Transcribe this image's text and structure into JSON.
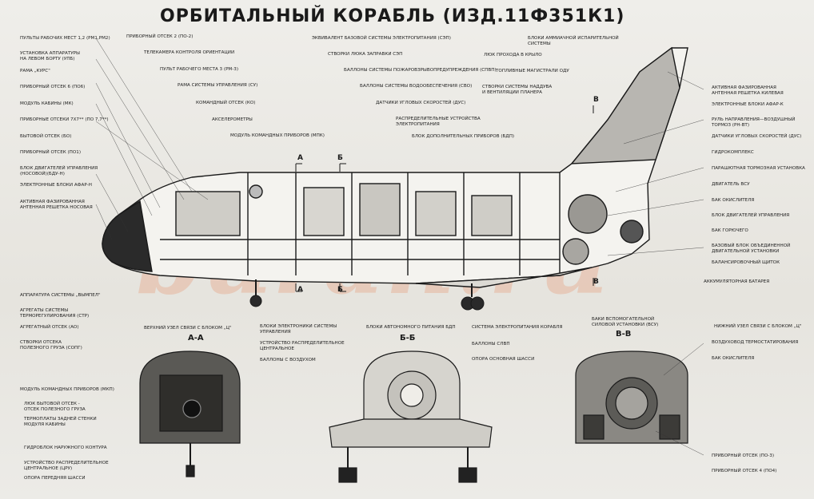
{
  "title": "ОРБИТАЛЬНЫЙ КОРАБЛЬ (ИЗД.11Ф351К1)",
  "watermark": "buran.ru",
  "labels": {
    "l01": "ПУЛЬТЫ РАБОЧИХ МЕСТ 1,2 (РМ1,РМ2)",
    "l02": "УСТАНОВКА АППАРАТУРЫ",
    "l02b": "НА ЛЕВОМ БОРТУ (УПБ)",
    "l03": "РАМА „КУРС\"",
    "l04": "ПРИБОРНЫЙ ОТСЕК 6 (ПО6)",
    "l05": "МОДУЛЬ КАБИНЫ (МК)",
    "l06": "ПРИБОРНЫЕ ОТСЕКИ 7х7** (ПО 7,7**)",
    "l07": "БЫТОВОЙ ОТСЕК (БО)",
    "l08": "ПРИБОРНЫЙ ОТСЕК (ПО1)",
    "l09": "БЛОК ДВИГАТЕЛЕЙ УПРАВЛЕНИЯ",
    "l09b": "(НОСОВОЙ)(БДУ-Н)",
    "l10": "ЭЛЕКТРОННЫЕ БЛОКИ АФАР-Н",
    "l11": "АКТИВНАЯ ФАЗИРОВАННАЯ",
    "l11b": "АНТЕННАЯ РЕШЕТКА НОСОВАЯ",
    "t01": "ПРИБОРНЫЙ ОТСЕК 2 (ПО-2)",
    "t02": "ТЕЛЕКАМЕРА КОНТРОЛЯ ОРИЕНТАЦИИ",
    "t03": "ПУЛЬТ РАБОЧЕГО МЕСТА 3 (РМ-3)",
    "t04": "РАМА СИСТЕМЫ УПРАВЛЕНИЯ (СУ)",
    "t05": "КОМАНДНЫЙ ОТСЕК (КО)",
    "t06": "АКСЕЛЕРОМЕТРЫ",
    "t07": "МОДУЛЬ КОМАНДНЫХ ПРИБОРОВ (МПК)",
    "t08": "ЭКВИВАЛЕНТ БАЗОВОЙ СИСТЕМЫ ЭЛЕКТРОПИТАНИЯ (СЭП)",
    "t09": "СТВОРКИ ЛЮКА ЗАПРАВКИ СЭП",
    "t10": "БАЛЛОНЫ СИСТЕМЫ ПОЖАРОВЗРЫВОПРЕДУПРЕЖДЕНИЯ (СПВП)",
    "t11": "БАЛЛОНЫ СИСТЕМЫ ВОДООБЕСПЕЧЕНИЯ (СВО)",
    "t12": "ДАТЧИКИ УГЛОВЫХ СКОРОСТЕЙ (ДУС)",
    "t13": "РАСПРЕДЕЛИТЕЛЬНЫЕ УСТРОЙСТВА",
    "t13b": "ЭЛЕКТРОПИТАНИЯ",
    "t14": "БЛОК ДОПОЛНИТЕЛЬНЫХ ПРИБОРОВ (БДП)",
    "t15": "БЛОКИ АММИАЧНОЙ ИСПАРИТЕЛЬНОЙ",
    "t15b": "СИСТЕМЫ",
    "t16": "ЛЮК ПРОХОДА В КРЫЛО",
    "t17": "ТОПЛИВНЫЕ МАГИСТРАЛИ ОДУ",
    "t18": "СТВОРКИ СИСТЕМЫ НАДДУВА",
    "t18b": "И ВЕНТИЛЯЦИИ ПЛАНЕРА",
    "r01": "АКТИВНАЯ ФАЗИРОВАННАЯ",
    "r01b": "АНТЕННАЯ РЕШЕТКА КИЛЕВАЯ",
    "r02": "ЭЛЕКТРОННЫЕ БЛОКИ АФАР-К",
    "r03": "РУЛЬ НАПРАВЛЕНИЯ—ВОЗДУШНЫЙ",
    "r03b": "ТОРМОЗ (РН-ВТ)",
    "r04": "ДАТЧИКИ УГЛОВЫХ СКОРОСТЕЙ (ДУС)",
    "r05": "ГИДРОКОМПЛЕКС",
    "r06": "ПАРАШЮТНАЯ ТОРМОЗНАЯ УСТАНОВКА",
    "r07": "ДВИГАТЕЛЬ ВСУ",
    "r08": "БАК ОКИСЛИТЕЛЯ",
    "r09": "БЛОК ДВИГАТЕЛЕЙ УПРАВЛЕНИЯ",
    "r10": "БАК ГОРЮЧЕГО",
    "r11": "БАЗОВЫЙ БЛОК ОБЪЕДИНЕННОЙ",
    "r11b": "ДВИГАТЕЛЬНОЙ УСТАНОВКИ",
    "r12": "БАЛАНСИРОВОЧНЫЙ ЩИТОК",
    "r13": "АККУМУЛЯТОРНАЯ БАТАРЕЯ",
    "b01": "АППАРАТУРА СИСТЕМЫ „ВЫМПЕЛ\"",
    "b02": "АГРЕГАТЫ СИСТЕМЫ",
    "b02b": "ТЕРМОРЕГУЛИРОВАНИЯ (СТР)",
    "b03": "АГРЕГАТНЫЙ ОТСЕК (АО)",
    "b04": "СТВОРКИ ОТСЕКА",
    "b04b": "ПОЛЕЗНОГО ГРУЗА (СОПГ)",
    "b05": "ВЕРХНИЙ УЗЕЛ СВЯЗИ С БЛОКОМ „Ц\"",
    "b06": "БЛОКИ ЭЛЕКТРОНИКИ СИСТЕМЫ",
    "b06b": "УПРАВЛЕНИЯ",
    "b07": "УСТРОЙСТВО РАСПРЕДЕЛИТЕЛЬНОЕ",
    "b07b": "ЦЕНТРАЛЬНОЕ",
    "b08": "БАЛЛОНЫ С ВОЗДУХОМ",
    "b09": "БЛОКИ АВТОНОМНОГО ПИТАНИЯ БДП",
    "b10": "СИСТЕМА ЭЛЕКТРОПИТАНИЯ КОРАБЛЯ",
    "b11": "БАЛЛОНЫ СЛВП",
    "b12": "ОПОРА ОСНОВНАЯ ШАССИ",
    "b13": "БАКИ ВСПОМОГАТЕЛЬНОЙ",
    "b13b": "СИЛОВОЙ УСТАНОВКИ (ВСУ)",
    "b14": "НИЖНИЙ УЗЕЛ СВЯЗИ С БЛОКОМ „Ц\"",
    "b15": "ВОЗДУХОВОД ТЕРМОСТАТИРОВАНИЯ",
    "b16": "БАК ОКИСЛИТЕЛЯ",
    "b17": "МОДУЛЬ КОМАНДНЫХ ПРИБОРОВ (МКП)",
    "b18": "ЛЮК БЫТОВОЙ ОТСЕК -",
    "b18b": "ОТСЕК ПОЛЕЗНОГО ГРУЗА",
    "b19": "ТЕРМОПЛАТЫ ЗАДНЕЙ СТЕНКИ",
    "b19b": "МОДУЛЯ КАБИНЫ",
    "b20": "ГИДРОБЛОК НАРУЖНОГО КОНТУРА",
    "b21": "УСТРОЙСТВО РАСПРЕДЕЛИТЕЛЬНОЕ",
    "b21b": "ЦЕНТРАЛЬНОЕ (ЦРУ)",
    "b22": "ОПОРА ПЕРЕДНЯЯ ШАССИ",
    "b23": "ПРИБОРНЫЙ ОТСЕК (ПО-3)",
    "b24": "ПРИБОРНЫЙ ОТСЕК 4 (ПО4)"
  },
  "sections": {
    "aa": "А-А",
    "bb": "Б-Б",
    "vv": "В-В",
    "ma1": "А",
    "ma2": "А",
    "mb1": "Б",
    "mb2": "Б",
    "mv1": "В",
    "mv2": "В"
  }
}
